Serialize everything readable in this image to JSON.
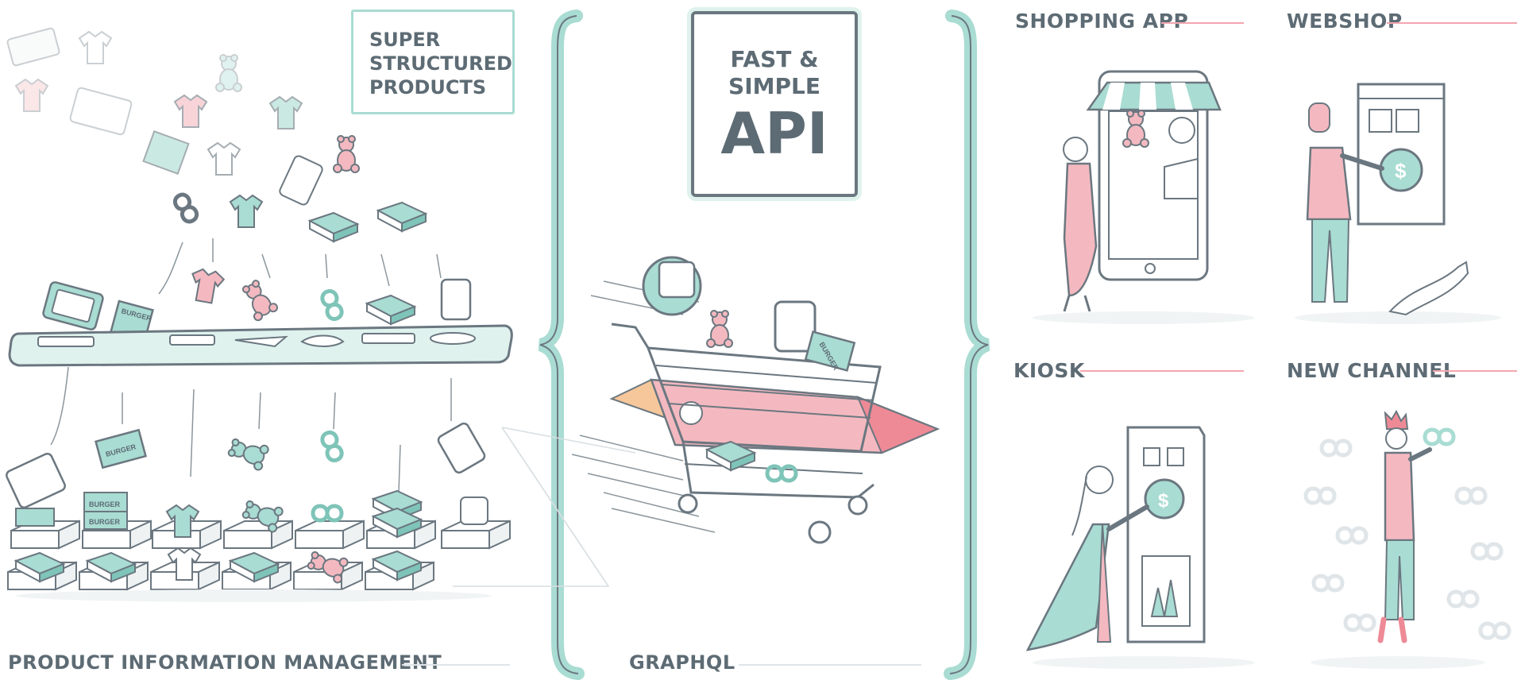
{
  "structured_box": {
    "line1": "SUPER",
    "line2": "STRUCTURED",
    "line3": "PRODUCTS"
  },
  "api_box": {
    "line1": "FAST &",
    "line2": "SIMPLE",
    "line3": "API"
  },
  "sections": {
    "pim": "PRODUCT INFORMATION MANAGEMENT",
    "graphql": "GRAPHQL",
    "shopping_app": "SHOPPING APP",
    "webshop": "WEBSHOP",
    "kiosk": "KIOSK",
    "new_channel": "NEW CHANNEL"
  },
  "product_labels": {
    "burger": "BURGER"
  },
  "colors": {
    "mint": "#a9dcd2",
    "mint_dark": "#7fc4b8",
    "pink": "#f4b9c0",
    "coral": "#ee8a96",
    "orange": "#f6c79a",
    "ink": "#5d6b74",
    "light_ink": "#c9d0d4"
  }
}
